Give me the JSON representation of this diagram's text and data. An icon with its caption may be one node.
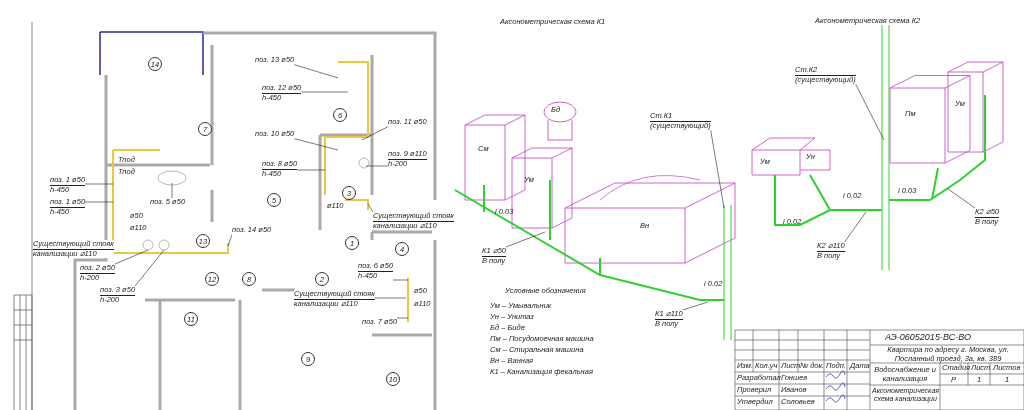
{
  "diagram": {
    "nodes": [
      {
        "text": [
          "14"
        ]
      },
      {
        "text": [
          "7"
        ]
      },
      {
        "text": [
          "6"
        ]
      },
      {
        "text": [
          "3"
        ]
      },
      {
        "text": [
          "5"
        ]
      },
      {
        "text": [
          "1"
        ]
      },
      {
        "text": [
          "4"
        ]
      },
      {
        "text": [
          "2"
        ]
      },
      {
        "text": [
          "13"
        ]
      },
      {
        "text": [
          "12"
        ]
      },
      {
        "text": [
          "8"
        ]
      },
      {
        "text": [
          "11"
        ]
      },
      {
        "text": [
          "9"
        ]
      },
      {
        "text": [
          "10"
        ]
      },
      {
        "text": [
          "поз. 13 ø50"
        ]
      },
      {
        "text": [
          "поз. 12 ø50",
          "h-450"
        ]
      },
      {
        "text": [
          "поз. 10 ø50"
        ]
      },
      {
        "text": [
          "поз. 11 ø50"
        ]
      },
      {
        "text": [
          "поз. 9 ø110",
          "h-200"
        ]
      },
      {
        "text": [
          "поз. 8 ø50",
          "h-450"
        ]
      },
      {
        "text": [
          "Существующий стояк",
          "канализации ⌀110"
        ]
      },
      {
        "text": [
          "Существующий стояк",
          "канализации ⌀110"
        ]
      },
      {
        "text": [
          "поз. 14 ø50"
        ]
      },
      {
        "text": [
          "поз. 5 ø50"
        ]
      },
      {
        "text": [
          "поз. 1 ø50",
          "h-450"
        ]
      },
      {
        "text": [
          "поз. 1 ø50",
          "h-450"
        ]
      },
      {
        "text": [
          "поз. 2 ø50",
          "h-200"
        ]
      },
      {
        "text": [
          "поз. 3 ø50",
          "h-200"
        ]
      },
      {
        "text": [
          "поз. 6 ø50",
          "h-450"
        ]
      },
      {
        "text": [
          "Существующий стояк",
          "канализации ⌀110"
        ]
      },
      {
        "text": [
          "поз. 7 ø50"
        ]
      },
      {
        "text": [
          "Ст.К1",
          "(существующий)"
        ]
      },
      {
        "text": [
          "К1 ⌀50",
          "В полу"
        ]
      },
      {
        "text": [
          "К1 ⌀110",
          "В полу"
        ]
      },
      {
        "text": [
          "Ст.К2",
          "(существующий)"
        ]
      },
      {
        "text": [
          "К2 ⌀50",
          "В полу"
        ]
      },
      {
        "text": [
          "К2 ⌀110",
          "В полу"
        ]
      }
    ],
    "edges": [
      {
        "from": 14,
        "to": null,
        "arrow": "none"
      },
      {
        "from": 15,
        "to": null,
        "arrow": "none"
      },
      {
        "from": 16,
        "to": null,
        "arrow": "none"
      },
      {
        "from": 17,
        "to": null,
        "arrow": "none"
      },
      {
        "from": 18,
        "to": null,
        "arrow": "none"
      },
      {
        "from": 19,
        "to": null,
        "arrow": "none"
      },
      {
        "from": 20,
        "to": null,
        "arrow": "none"
      },
      {
        "from": 21,
        "to": null,
        "arrow": "none"
      },
      {
        "from": 22,
        "to": null,
        "arrow": "none"
      },
      {
        "from": 23,
        "to": null,
        "arrow": "none"
      },
      {
        "from": 24,
        "to": null,
        "arrow": "none"
      },
      {
        "from": 25,
        "to": null,
        "arrow": "none"
      },
      {
        "from": 26,
        "to": null,
        "arrow": "none"
      },
      {
        "from": 27,
        "to": null,
        "arrow": "none"
      },
      {
        "from": 28,
        "to": null,
        "arrow": "none"
      },
      {
        "from": 29,
        "to": null,
        "arrow": "none"
      },
      {
        "from": 30,
        "to": null,
        "arrow": "none"
      },
      {
        "from": 31,
        "to": null,
        "arrow": "none"
      },
      {
        "from": 32,
        "to": null,
        "arrow": "none"
      },
      {
        "from": 33,
        "to": null,
        "arrow": "none"
      },
      {
        "from": 34,
        "to": null,
        "arrow": "none"
      },
      {
        "from": 35,
        "to": null,
        "arrow": "none"
      },
      {
        "from": 36,
        "to": null,
        "arrow": "none"
      }
    ],
    "labels": [
      "Аксонометрическая схема К1",
      "Аксонометрическая схема К2",
      "См",
      "Бд",
      "Ум",
      "Вн",
      "i 0.03",
      "i 0.02",
      "Ум",
      "Ун",
      "Пм",
      "Ум",
      "i 0.02",
      "i 0.02",
      "i 0.03",
      "Условные обозначения",
      "Тпод",
      "Тпод",
      "ø50",
      "ø110",
      "ø110",
      "ø50",
      "ø110",
      "АЭ-06052015-ВС-ВО",
      "Квартира по адресу г. Москва, ул. Посланный проезд, 3а, кв. 389",
      "Изм.",
      "Кол.уч",
      "Лист",
      "№ док.",
      "Подп.",
      "Дата",
      "Разработал",
      "Гоншев",
      "Водоснабжение и канализация",
      "Стадия",
      "Лист",
      "Листов",
      "Р",
      "1",
      "1",
      "Проверил",
      "Иванов",
      "Утвердил",
      "Соловьев",
      "Аксонометрическая схема канализации"
    ],
    "legend": [
      {
        "text": "Ум – Умывальник"
      },
      {
        "text": "Ун – Унитаз"
      },
      {
        "text": "Бд – Биде"
      },
      {
        "text": "Пм – Посудомоечная машина"
      },
      {
        "text": "См – Стиральная машина"
      },
      {
        "text": "Вн – Ванная"
      },
      {
        "text": "К1 – Канализация фекальная"
      }
    ]
  }
}
